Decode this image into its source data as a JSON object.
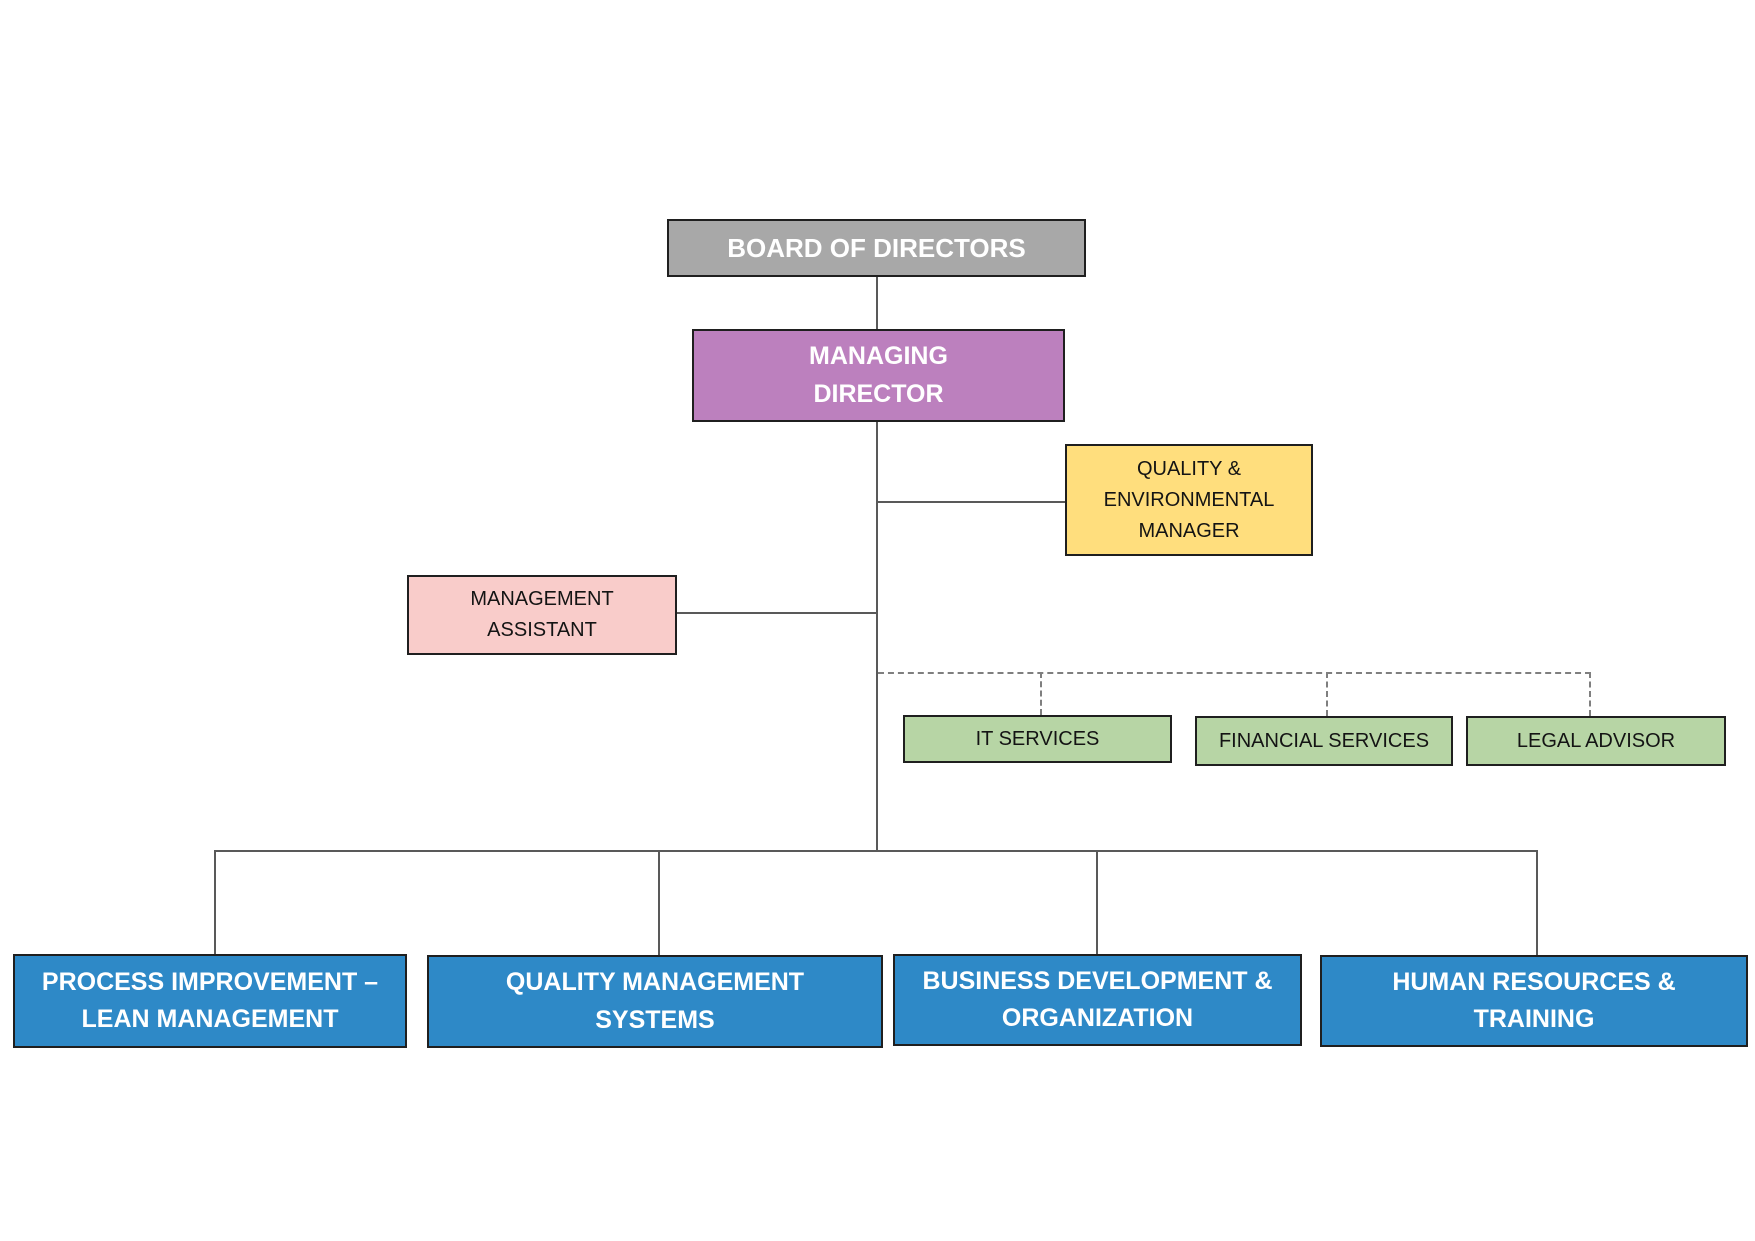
{
  "diagram": {
    "type": "org-chart",
    "background": "#FFFFFF",
    "line_colors": {
      "solid": "#595959",
      "dashed": "#7F7F7F",
      "box_border": "#1F1F1F"
    },
    "nodes": {
      "board": {
        "label": "BOARD OF DIRECTORS",
        "fill": "#A8A8A8",
        "text_color": "#FFFFFF"
      },
      "managing_director": {
        "label": "MANAGING\nDIRECTOR",
        "fill": "#BC80BE",
        "text_color": "#FFFFFF"
      },
      "quality_env_manager": {
        "label": "QUALITY &\nENVIRONMENTAL\nMANAGER",
        "fill": "#FFDE7D",
        "text_color": "#141414"
      },
      "management_assistant": {
        "label": "MANAGEMENT\nASSISTANT",
        "fill": "#F9CCCA",
        "text_color": "#141414"
      },
      "it_services": {
        "label": "IT SERVICES",
        "fill": "#B7D5A5",
        "text_color": "#141414"
      },
      "financial_services": {
        "label": "FINANCIAL SERVICES",
        "fill": "#B7D5A5",
        "text_color": "#141414"
      },
      "legal_advisor": {
        "label": "LEGAL ADVISOR",
        "fill": "#B7D5A5",
        "text_color": "#141414"
      },
      "process_improvement": {
        "label": "PROCESS IMPROVEMENT –\nLEAN MANAGEMENT",
        "fill": "#2E89C7",
        "text_color": "#FFFFFF"
      },
      "quality_management": {
        "label": "QUALITY MANAGEMENT\nSYSTEMS",
        "fill": "#2E89C7",
        "text_color": "#FFFFFF"
      },
      "business_development": {
        "label": "BUSINESS DEVELOPMENT &\nORGANIZATION",
        "fill": "#2E89C7",
        "text_color": "#FFFFFF"
      },
      "human_resources": {
        "label": "HUMAN RESOURCES &\nTRAINING",
        "fill": "#2E89C7",
        "text_color": "#FFFFFF"
      }
    },
    "edges": [
      {
        "from": "board",
        "to": "managing_director",
        "style": "solid"
      },
      {
        "from": "managing_director",
        "to": "quality_env_manager",
        "style": "solid"
      },
      {
        "from": "managing_director",
        "to": "management_assistant",
        "style": "solid"
      },
      {
        "from": "managing_director",
        "to": "it_services",
        "style": "dashed"
      },
      {
        "from": "managing_director",
        "to": "financial_services",
        "style": "dashed"
      },
      {
        "from": "managing_director",
        "to": "legal_advisor",
        "style": "dashed"
      },
      {
        "from": "managing_director",
        "to": "process_improvement",
        "style": "solid"
      },
      {
        "from": "managing_director",
        "to": "quality_management",
        "style": "solid"
      },
      {
        "from": "managing_director",
        "to": "business_development",
        "style": "solid"
      },
      {
        "from": "managing_director",
        "to": "human_resources",
        "style": "solid"
      }
    ]
  }
}
